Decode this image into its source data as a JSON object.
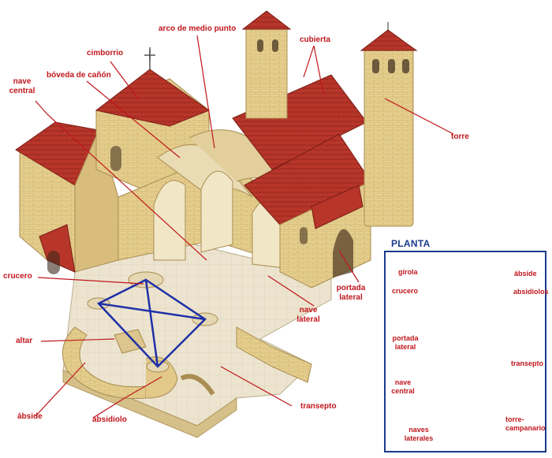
{
  "illustration": {
    "labels": {
      "nave_central": "nave\ncentral",
      "cimborrio": "cimborrio",
      "boveda": "bóveda de cañón",
      "arco": "arco de medio punto",
      "cubierta": "cubierta",
      "torre": "torre",
      "portada_lateral": "portada\nlateral",
      "nave_lateral": "nave\nlateral",
      "crucero": "crucero",
      "altar": "altar",
      "abside": "ábside",
      "absidiolo": "absidiolo",
      "transepto": "transepto"
    }
  },
  "plan": {
    "title": "PLANTA",
    "labels": {
      "girola": "girola",
      "abside": "ábside",
      "absidiolos": "absidiolos",
      "crucero": "crucero",
      "portada_lateral": "portada\nlateral",
      "transepto": "transepto",
      "nave_central": "nave\ncentral",
      "naves_laterales": "naves\nlaterales",
      "torre_campanario": "torre-\ncampanario"
    }
  },
  "colors": {
    "label_red": "#c0161c",
    "leader_red": "#c0161c",
    "roof": "#b8352a",
    "stone": "#e6cf8f",
    "stone_dark": "#c9a964",
    "floor": "#ece4cf",
    "plan_border": "#1a3a8c",
    "crossing_lines": "#1f2fa8"
  }
}
